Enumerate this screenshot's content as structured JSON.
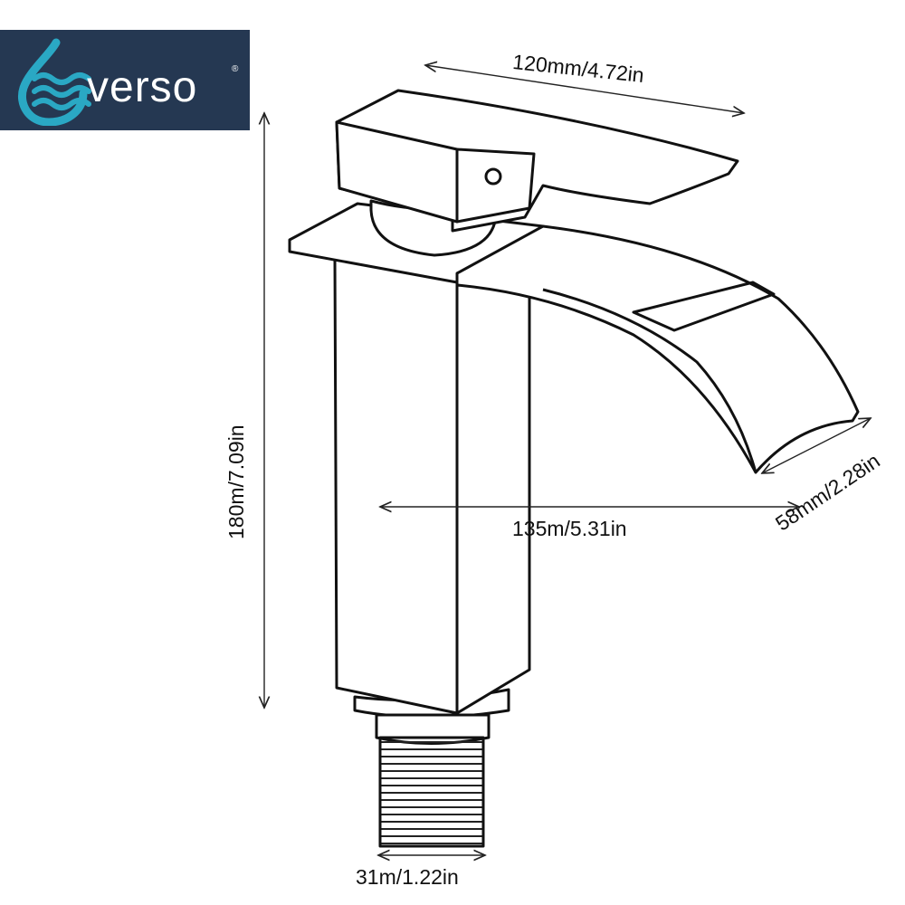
{
  "logo": {
    "brand_text": "verso",
    "registered_mark": "®",
    "water_color": "#2aa8c4",
    "bg_color": "#253852",
    "icon": "water-drop-icon"
  },
  "dimensions": {
    "spout_length": "120mm/4.72in",
    "height": "180m/7.09in",
    "reach": "135m/5.31in",
    "spout_width": "58mm/2.28in",
    "thread_diameter": "31m/1.22in"
  }
}
